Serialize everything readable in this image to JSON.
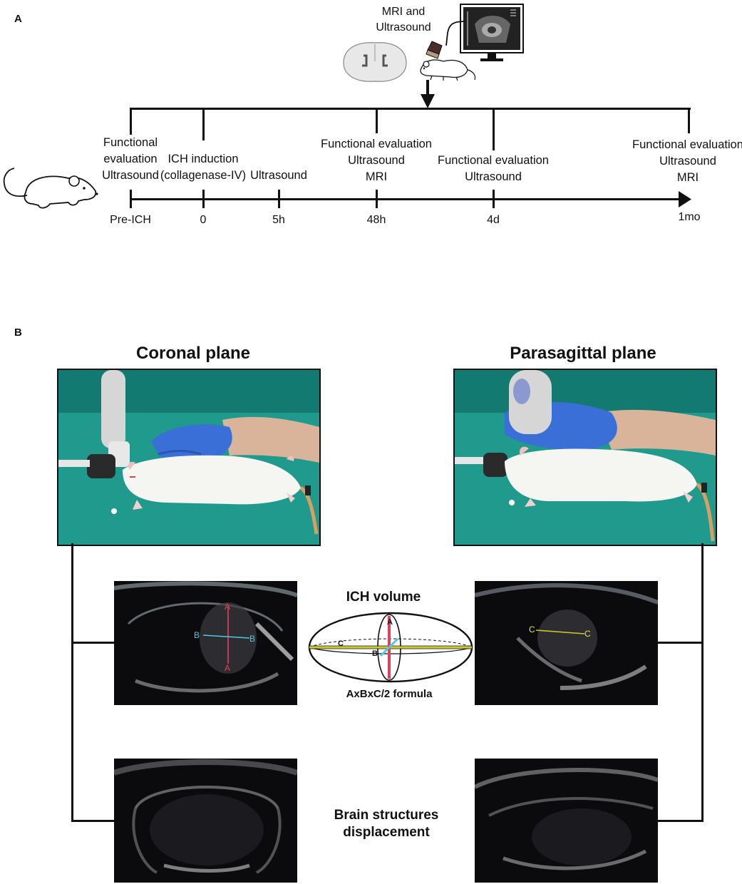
{
  "panel_a": {
    "letter": "A",
    "top_label": [
      "MRI and",
      "Ultrasound"
    ],
    "events": [
      {
        "lines": [
          "Functional",
          "evaluation",
          "Ultrasound"
        ],
        "tick": "Pre-ICH"
      },
      {
        "lines": [
          "ICH induction",
          "(collagenase-IV)"
        ],
        "tick": "0"
      },
      {
        "lines": [
          "Ultrasound"
        ],
        "tick": "5h"
      },
      {
        "lines": [
          "Functional evaluation",
          "Ultrasound",
          "MRI"
        ],
        "tick": "48h"
      },
      {
        "lines": [
          "Functional evaluation",
          "Ultrasound"
        ],
        "tick": "4d"
      },
      {
        "lines": [
          "Functional evaluation",
          "Ultrasound",
          "MRI"
        ],
        "tick": "1mo"
      }
    ]
  },
  "panel_b": {
    "letter": "B",
    "left_title": "Coronal plane",
    "right_title": "Parasagittal plane",
    "volume_title": "ICH volume",
    "formula": "AxBxC/2 formula",
    "displacement": [
      "Brain structures",
      "displacement"
    ],
    "axis_labels": {
      "a": "A",
      "b": "B",
      "c": "C"
    },
    "colors": {
      "a_axis": "#e0405f",
      "b_axis": "#4fc9e0",
      "c_axis": "#c9c92a",
      "drape": "#1f9a8c",
      "glove": "#3a6fd8"
    }
  }
}
